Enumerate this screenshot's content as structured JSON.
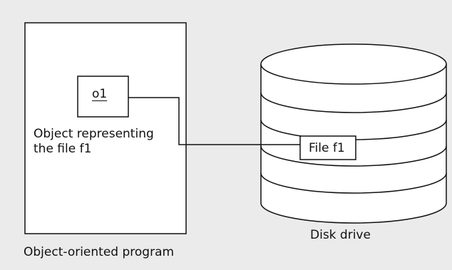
{
  "program": {
    "label": "Object-oriented program",
    "object_id": "o1",
    "object_desc_line1": "Object representing",
    "object_desc_line2": "the file f1"
  },
  "disk": {
    "label": "Disk drive",
    "file_label": "File f1"
  },
  "colors": {
    "background": "#ebebeb",
    "shape_fill": "#ffffff",
    "stroke": "#111111"
  }
}
